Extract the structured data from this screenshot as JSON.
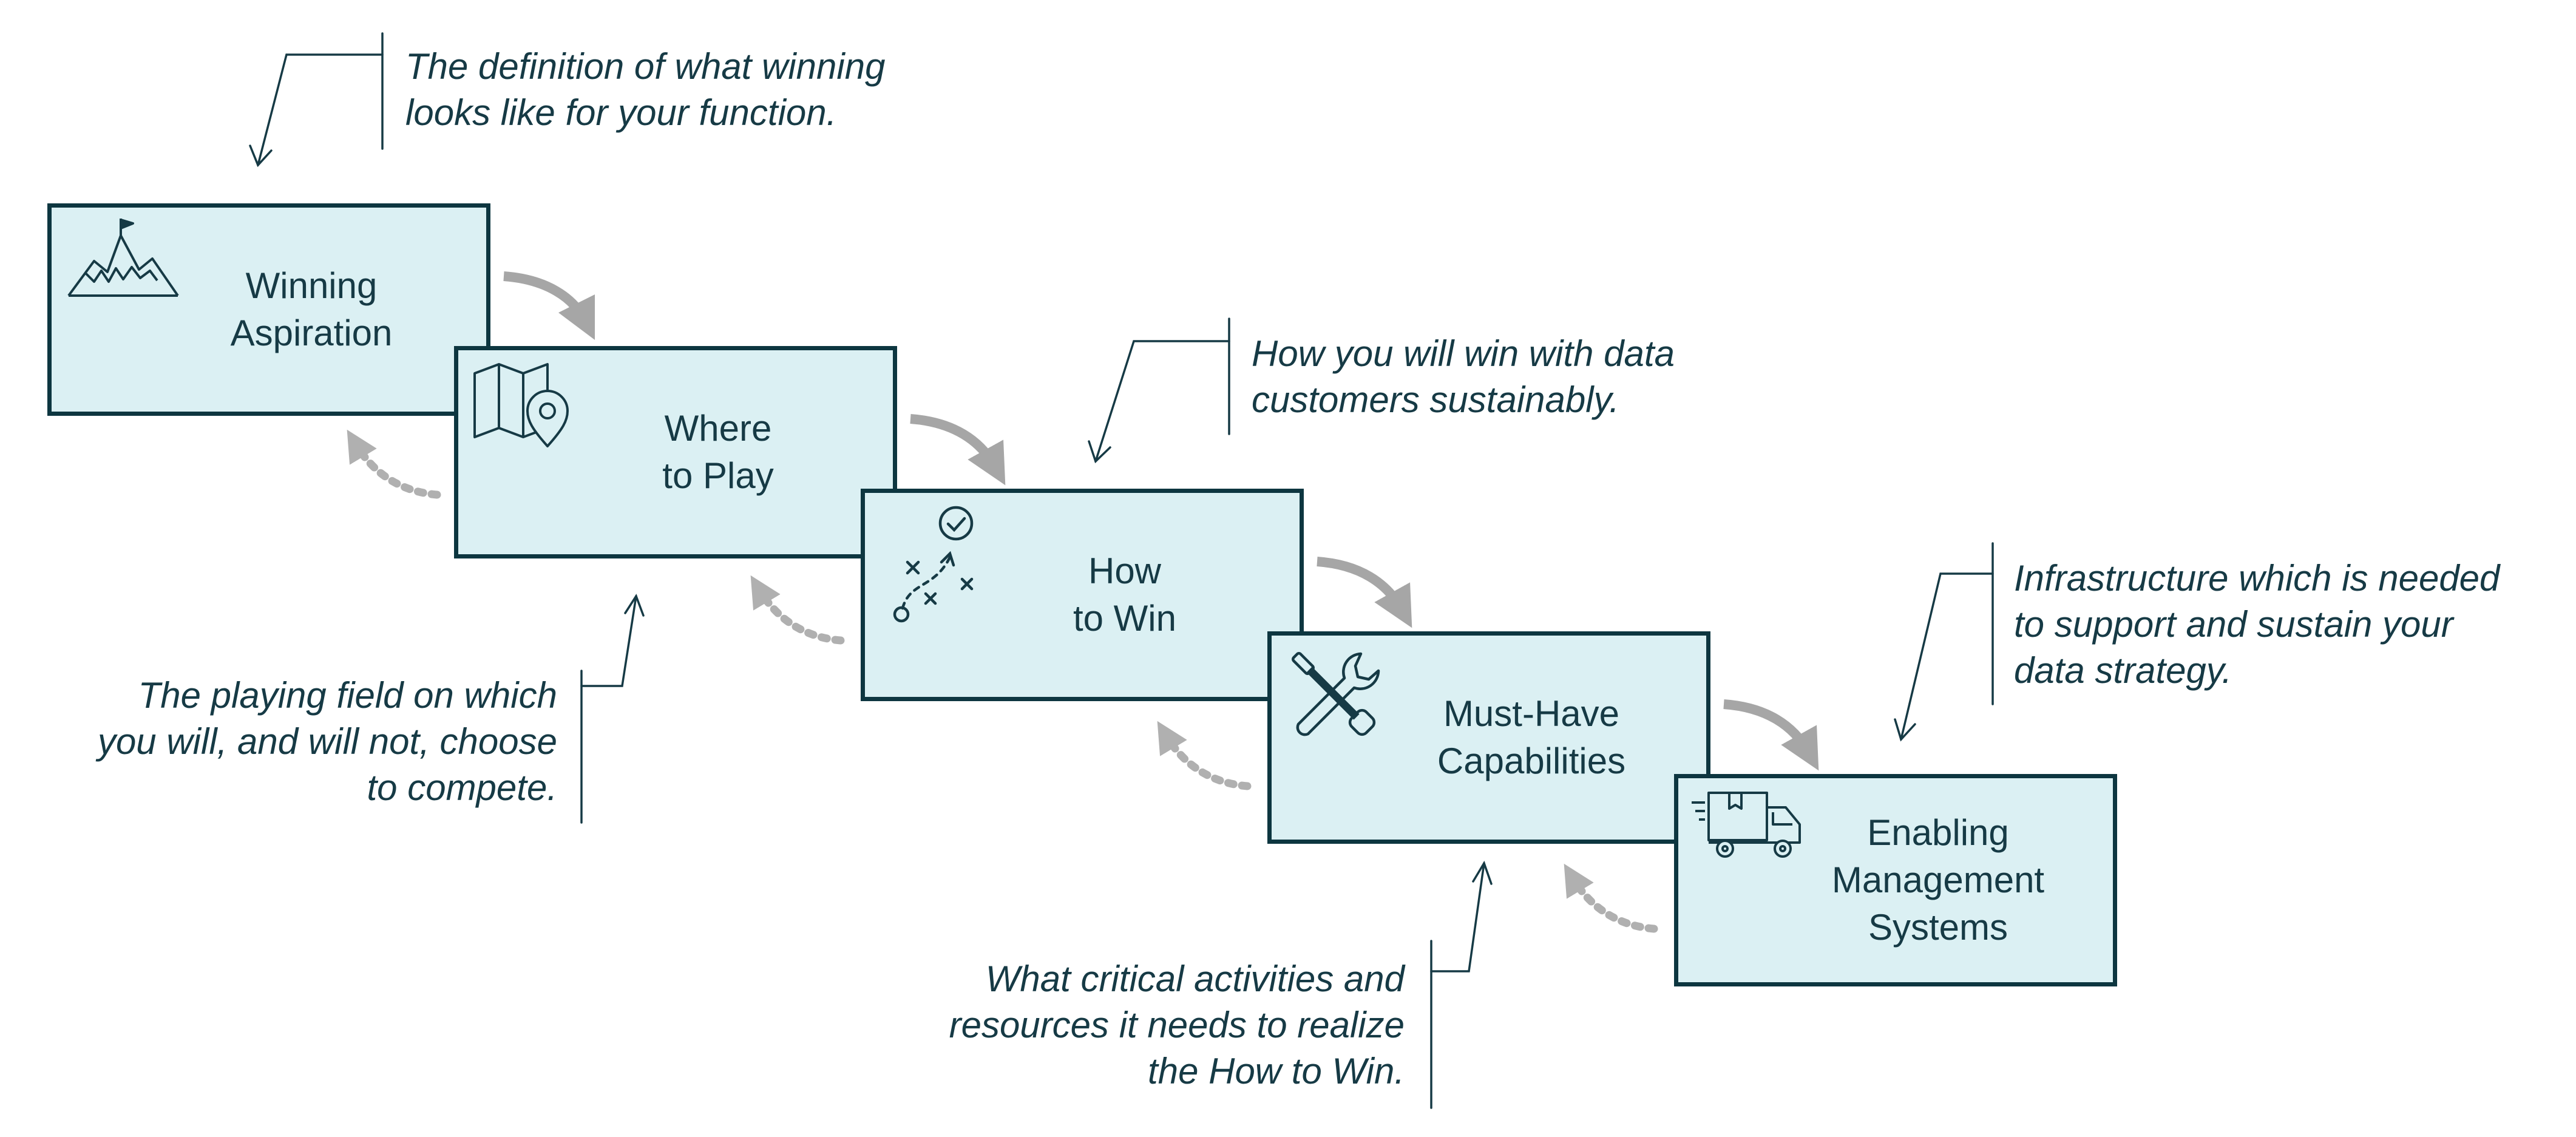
{
  "steps": [
    {
      "lines": [
        "Winning",
        "Aspiration"
      ],
      "icon": "mountain-flag-icon"
    },
    {
      "lines": [
        "Where",
        "to Play"
      ],
      "icon": "map-pin-icon"
    },
    {
      "lines": [
        "How",
        "to Win"
      ],
      "icon": "strategy-play-icon"
    },
    {
      "lines": [
        "Must-Have",
        "Capabilities"
      ],
      "icon": "tools-icon"
    },
    {
      "lines": [
        "Enabling",
        "Management",
        "Systems"
      ],
      "icon": "delivery-truck-icon"
    }
  ],
  "annotations": {
    "winning_aspiration": [
      "The definition of what winning",
      "looks like for your function."
    ],
    "where_to_play": [
      "The playing field on which",
      "you will, and will not, choose",
      "to compete."
    ],
    "how_to_win": [
      "How you will win with data",
      "customers sustainably."
    ],
    "capabilities": [
      "What critical activities and",
      "resources it needs to realize",
      "the How to Win."
    ],
    "management_systems": [
      "Infrastructure which is needed",
      "to support and sustain your",
      "data strategy."
    ]
  },
  "colors": {
    "box_fill": "#dbf0f3",
    "box_border": "#0d3640",
    "text": "#163a45",
    "arrow": "#a6a6a6",
    "leader_line": "#163a45"
  }
}
